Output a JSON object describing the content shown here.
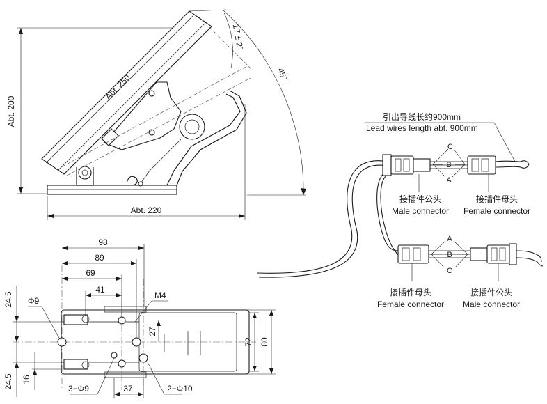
{
  "side_view": {
    "height": "Abt. 200",
    "pedal_length": "Abt. 250",
    "base_length": "Abt. 220",
    "tilt": "17 ± 2°",
    "max_angle": "45°"
  },
  "top_view": {
    "d98": "98",
    "d89": "89",
    "d69": "69",
    "d41": "41",
    "m4": "M4",
    "d27": "27",
    "d72": "72",
    "d80": "80",
    "d24_5_top": "24.5",
    "phi9": "Φ9",
    "d24_5_bottom": "24.5",
    "d16": "16",
    "holes_3": "3−Φ9",
    "d37": "37",
    "holes_2": "2−Φ10"
  },
  "wiring": {
    "title_cn": "引出导线长约900mm",
    "title_en": "Lead wires length abt. 900mm",
    "top_male_cn": "接插件公头",
    "top_male_en": "Male connector",
    "top_female_cn": "接插件母头",
    "top_female_en": "Female connector",
    "bottom_female_cn": "接插件母头",
    "bottom_female_en": "Female connector",
    "bottom_male_cn": "接插件公头",
    "bottom_male_en": "Male connector",
    "pin_a": "A",
    "pin_b": "B",
    "pin_c": "C"
  }
}
